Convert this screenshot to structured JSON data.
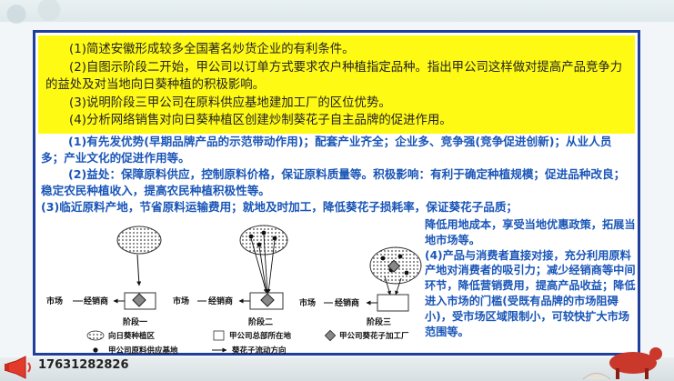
{
  "questions": [
    "(1)简述安徽形成较多全国著名炒货企业的有利条件。",
    "(2)自图示阶段二开始，甲公司以订单方式要求农户种植指定品种。指出甲公司这样做对提高产品竞争力的益处及对当地向日葵种植的积极影响。",
    "(3)说明阶段三甲公司在原料供应基地建加工厂的区位优势。",
    "(4)分析网络销售对向日葵种植区创建炒制葵花子自主品牌的促进作用。"
  ],
  "answers": {
    "a1": "(1)有先发优势(早期品牌产品的示范带动作用)；配套产业齐全；企业多、竞争强(竞争促进创新)；从业人员多；产业文化的促进作用等。",
    "a2": "(2)益处：保障原料供应，控制原料价格，保证原料质量等。积极影响：有利于确定种植规模；促进品种改良；稳定农民种植收入，提高农民种植积极性等。",
    "a3": "(3)临近原料产地，节省原料运输费用；就地及时加工，降低葵花子损耗率，保证葵花子品质；",
    "a3_cont": "降低用地成本，享受当地优惠政策，拓展当地市场等。",
    "a4": "(4)产品与消费者直接对接，充分利用原料产地对消费者的吸引力；减少经销商等中间环节，降低营销费用，提高产品收益；降低进入市场的门槛(受既有品牌的市场阻碍小)，受市场区域限制小，可较快扩大市场范围等。"
  },
  "diagram": {
    "stages": [
      {
        "label": "阶段一",
        "market": "市场",
        "dealer": "经销商"
      },
      {
        "label": "阶段二",
        "market": "市场",
        "dealer": "经销商"
      },
      {
        "label": "阶段三",
        "market": "市场",
        "dealer": "经销商"
      }
    ],
    "legend": {
      "area": "向日葵种植区",
      "hq": "甲公司总部所在地",
      "factory": "甲公司葵花子加工厂",
      "base": "甲公司原料供应基地",
      "flow": "葵花子流动方向"
    }
  },
  "footer": {
    "phone": "17631282826"
  },
  "colors": {
    "frame": "#1f3f9a",
    "highlight": "#fffa14",
    "answer_text": "#1a56b8"
  }
}
